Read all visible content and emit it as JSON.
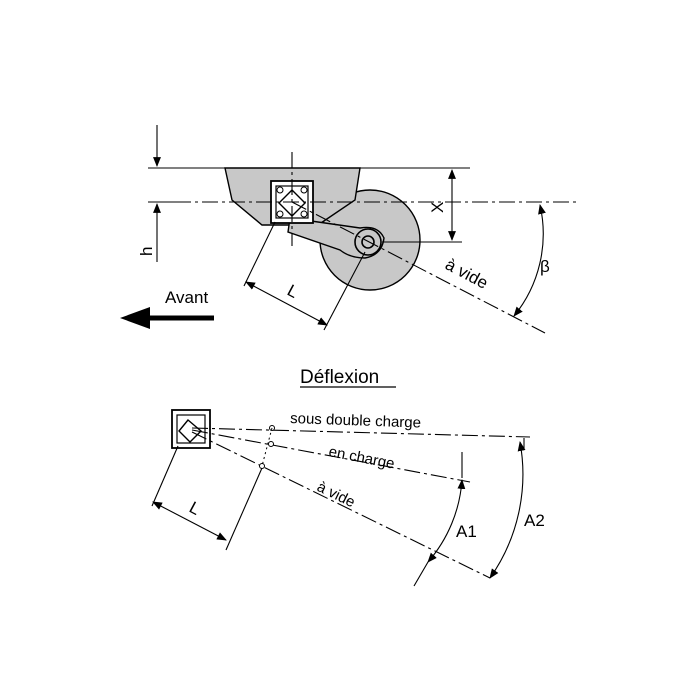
{
  "top_view": {
    "label_h": "h",
    "label_x": "X",
    "label_l": "L",
    "label_avant": "Avant",
    "label_a_vide": "à vide",
    "label_beta": "β"
  },
  "deflection_view": {
    "title": "Déflexion",
    "label_sous_double_charge": "sous double charge",
    "label_en_charge": "en charge",
    "label_a_vide": "à vide",
    "label_l": "L",
    "label_a1": "A1",
    "label_a2": "A2"
  }
}
